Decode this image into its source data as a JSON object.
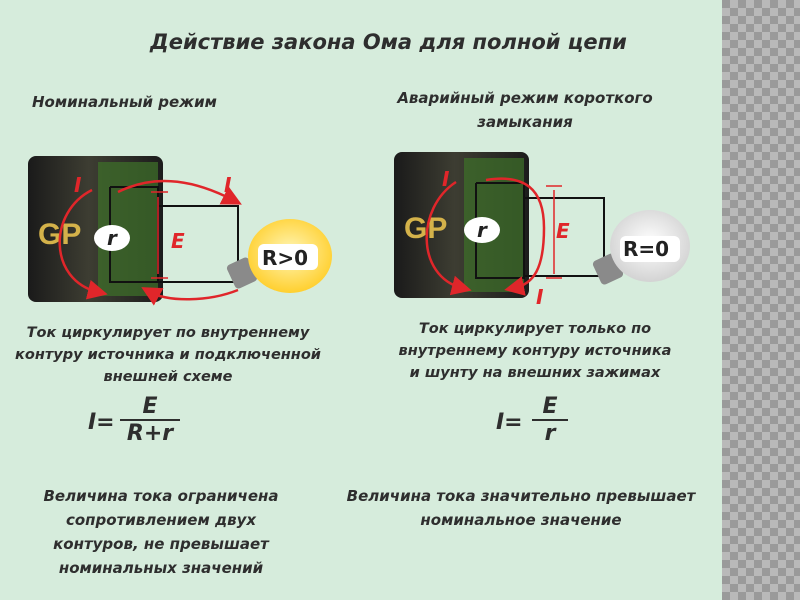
{
  "title": "Действие закона Ома для полной цепи",
  "left": {
    "heading": "Номинальный режим",
    "battery_brand": "GP",
    "internal_label": "r",
    "emf_label": "E",
    "current_label": "I",
    "load_label": "R>0",
    "caption_lines": [
      "Ток циркулирует по внутреннему",
      "контуру источника и подключенной",
      "внешней схеме"
    ],
    "formula_lhs": "I=",
    "formula_num": "E",
    "formula_den": "R+r",
    "conclusion_lines": [
      "Величина тока ограничена",
      "сопротивлением двух",
      "контуров, не превышает",
      "номинальных значений"
    ]
  },
  "right": {
    "heading_lines": [
      "Аварийный режим короткого",
      "замыкания"
    ],
    "battery_brand": "GP",
    "internal_label": "r",
    "emf_label": "E",
    "current_label": "I",
    "load_label": "R=0",
    "caption_lines": [
      "Ток циркулирует только по",
      "внутреннему контуру источника",
      "и шунту на внешних зажимах"
    ],
    "formula_lhs": "I=",
    "formula_num": "E",
    "formula_den": "r",
    "conclusion_lines": [
      "Величина тока значительно превышает",
      "номинальное значение"
    ]
  },
  "colors": {
    "slide_bg": "#d6ecdc",
    "current_arrow": "#e0262a",
    "text": "#2e2e2e",
    "bulb_on": "#ffd23a",
    "bulb_off": "#e8e8e8"
  }
}
